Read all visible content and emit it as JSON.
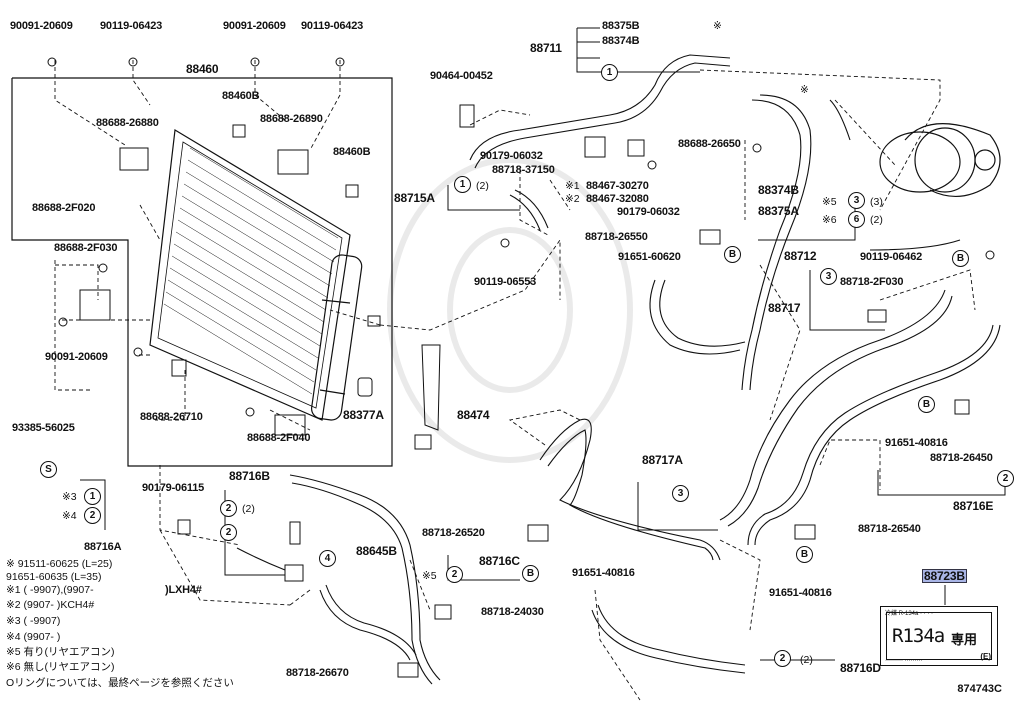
{
  "part_labels": {
    "p90091_20609_top": "90091-20609",
    "p90119_06423_top": "90119-06423",
    "p90091_20609_top2": "90091-20609",
    "p90119_06423_top2": "90119-06423",
    "p88460": "88460",
    "p88460B_1": "88460B",
    "p88688_26880": "88688-26880",
    "p88688_26890": "88688-26890",
    "p88460B_2": "88460B",
    "p88688_2F020": "88688-2F020",
    "p88688_2F030": "88688-2F030",
    "p90091_20609_mid": "90091-20609",
    "p93385_56025": "93385-56025",
    "p88716A": "88716A",
    "p88688_26710": "88688-26710",
    "p88688_2F040": "88688-2F040",
    "p88377A": "88377A",
    "p88474": "88474",
    "p88711": "88711",
    "p88375B": "88375B",
    "p88374B_1": "88374B",
    "p90464_00452": "90464-00452",
    "p90179_06032_a": "90179-06032",
    "p88718_37150": "88718-37150",
    "p88467_30270": "88467-30270",
    "p88467_32080": "88467-32080",
    "p90179_06032_b": "90179-06032",
    "p88688_26650": "88688-26650",
    "p88374B_2": "88374B",
    "p88375A": "88375A",
    "p88715A": "88715A",
    "p88718_26550": "88718-26550",
    "p91651_60620": "91651-60620",
    "p88712": "88712",
    "p90119_06553": "90119-06553",
    "p90119_06462": "90119-06462",
    "p88718_2F030": "88718-2F030",
    "p88717": "88717",
    "p91651_40816_r": "91651-40816",
    "p88718_26450": "88718-26450",
    "p88716E": "88716E",
    "p88717A": "88717A",
    "p88718_26520": "88718-26520",
    "p88716C": "88716C",
    "p91651_40816_c": "91651-40816",
    "p88718_26540": "88718-26540",
    "p91651_40816_b": "91651-40816",
    "p88723B": "88723B",
    "p90179_06115": "90179-06115",
    "p88716B": "88716B",
    "p88645B": "88645B",
    "p88718_24030": "88718-24030",
    "p88718_26670": "88718-26670",
    "p88716D": "88716D",
    "lxh4": ")LXH4#"
  },
  "callouts": {
    "one": "1",
    "two": "2",
    "three": "3",
    "four": "4",
    "five": "5",
    "six": "6",
    "b": "B",
    "s": "S",
    "paren2": "(2)",
    "paren3": "(3)",
    "star1": "※1",
    "star2": "※2",
    "star3": "※3",
    "star4": "※4",
    "star5": "※5",
    "star6": "※6",
    "star": "※"
  },
  "notes": [
    "※ 91511-60625 (L=25)",
    "    91651-60635 (L=35)",
    "※1  (       -9907),(9907-",
    "※2  (9907-       )KCH4#",
    "※3  (       -9907)",
    "※4  (9907-       )",
    "※5  有り(リヤエアコン)",
    "※6  無し(リヤエアコン)",
    "Oリングについては、最終ページを参照ください"
  ],
  "label_plate": {
    "refrigerant": "R134a",
    "sen_you": "専用",
    "top_text": "冷媒  R-134a  ·  ·  ·  ·",
    "bottom_text": "·········  ·········",
    "pill": "(E)"
  },
  "diagram_code": "874743C"
}
